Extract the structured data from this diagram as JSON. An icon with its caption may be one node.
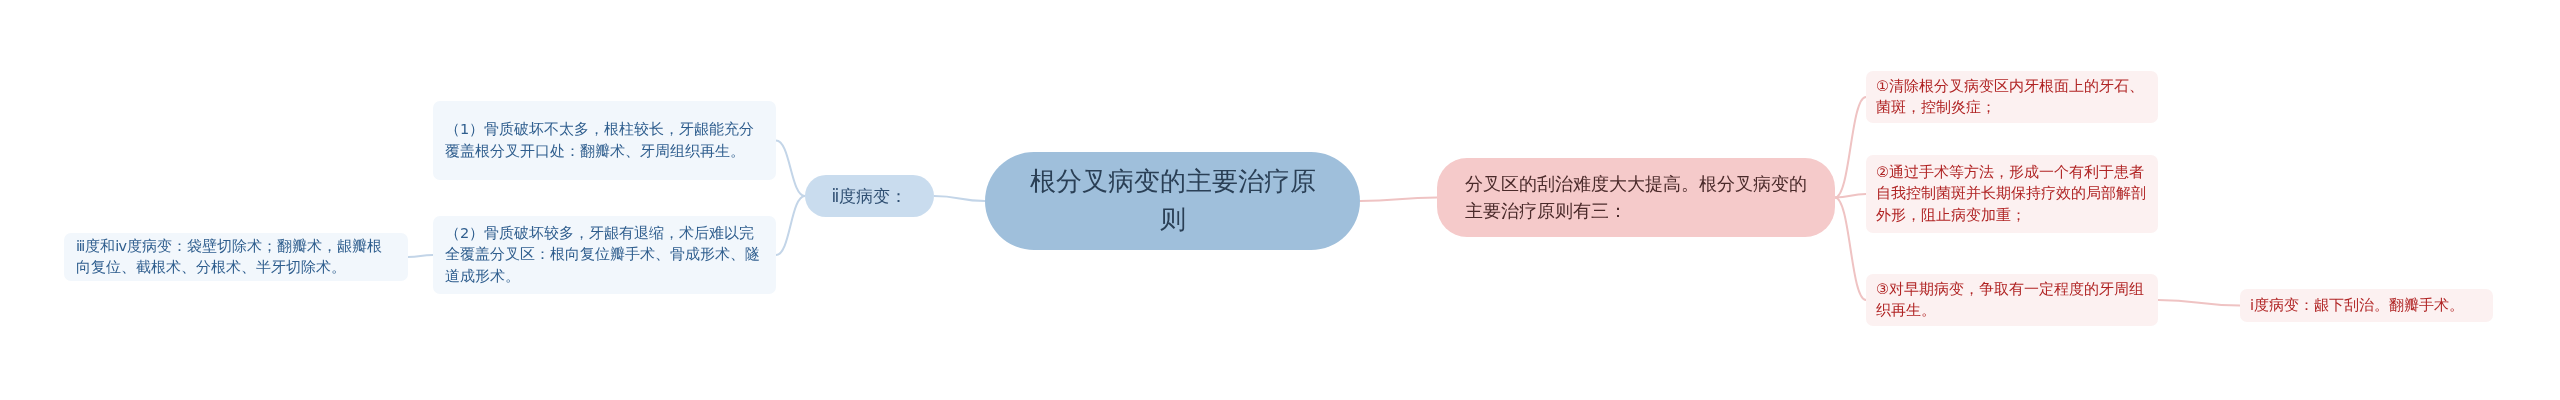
{
  "diagram": {
    "nodes": [
      {
        "text": [
          "根分叉病变的主要治疗原则"
        ]
      },
      {
        "text": [
          "ⅱ度病变："
        ]
      },
      {
        "text": [
          "（1）骨质破坏不太多，根柱较长，牙龈能充分覆盖根分叉开口处：翻瓣术、牙周组织再生。"
        ]
      },
      {
        "text": [
          "（2）骨质破坏较多，牙龈有退缩，术后难以完全覆盖分叉区：根向复位瓣手术、骨成形术、隧道成形术。"
        ]
      },
      {
        "text": [
          "ⅲ度和ⅳ度病变：袋壁切除术；翻瓣术，龈瓣根向复位、截根术、分根术、半牙切除术。"
        ]
      },
      {
        "text": [
          "分叉区的刮治难度大大提高。根分叉病变的主要治疗原则有三："
        ]
      },
      {
        "text": [
          "①清除根分叉病变区内牙根面上的牙石、菌斑，控制炎症；"
        ]
      },
      {
        "text": [
          "②通过手术等方法，形成一个有利于患者自我控制菌斑并长期保持疗效的局部解剖外形，阻止病变加重；"
        ]
      },
      {
        "text": [
          "③对早期病变，争取有一定程度的牙周组织再生。"
        ]
      },
      {
        "text": [
          "ⅰ度病变：龈下刮治。翻瓣手术。"
        ]
      }
    ],
    "edges": [
      {
        "from": 0,
        "to": 1,
        "arrow": "none",
        "color": "#c3d5e8"
      },
      {
        "from": 1,
        "to": 2,
        "arrow": "none",
        "color": "#c3d5e8"
      },
      {
        "from": 1,
        "to": 3,
        "arrow": "none",
        "color": "#c3d5e8"
      },
      {
        "from": 3,
        "to": 4,
        "arrow": "none",
        "color": "#c3d5e8"
      },
      {
        "from": 0,
        "to": 5,
        "arrow": "none"
      },
      {
        "from": 5,
        "to": 6,
        "arrow": "none"
      },
      {
        "from": 5,
        "to": 7,
        "arrow": "none"
      },
      {
        "from": 5,
        "to": 8,
        "arrow": "none"
      },
      {
        "from": 8,
        "to": 9,
        "arrow": "none"
      }
    ]
  }
}
